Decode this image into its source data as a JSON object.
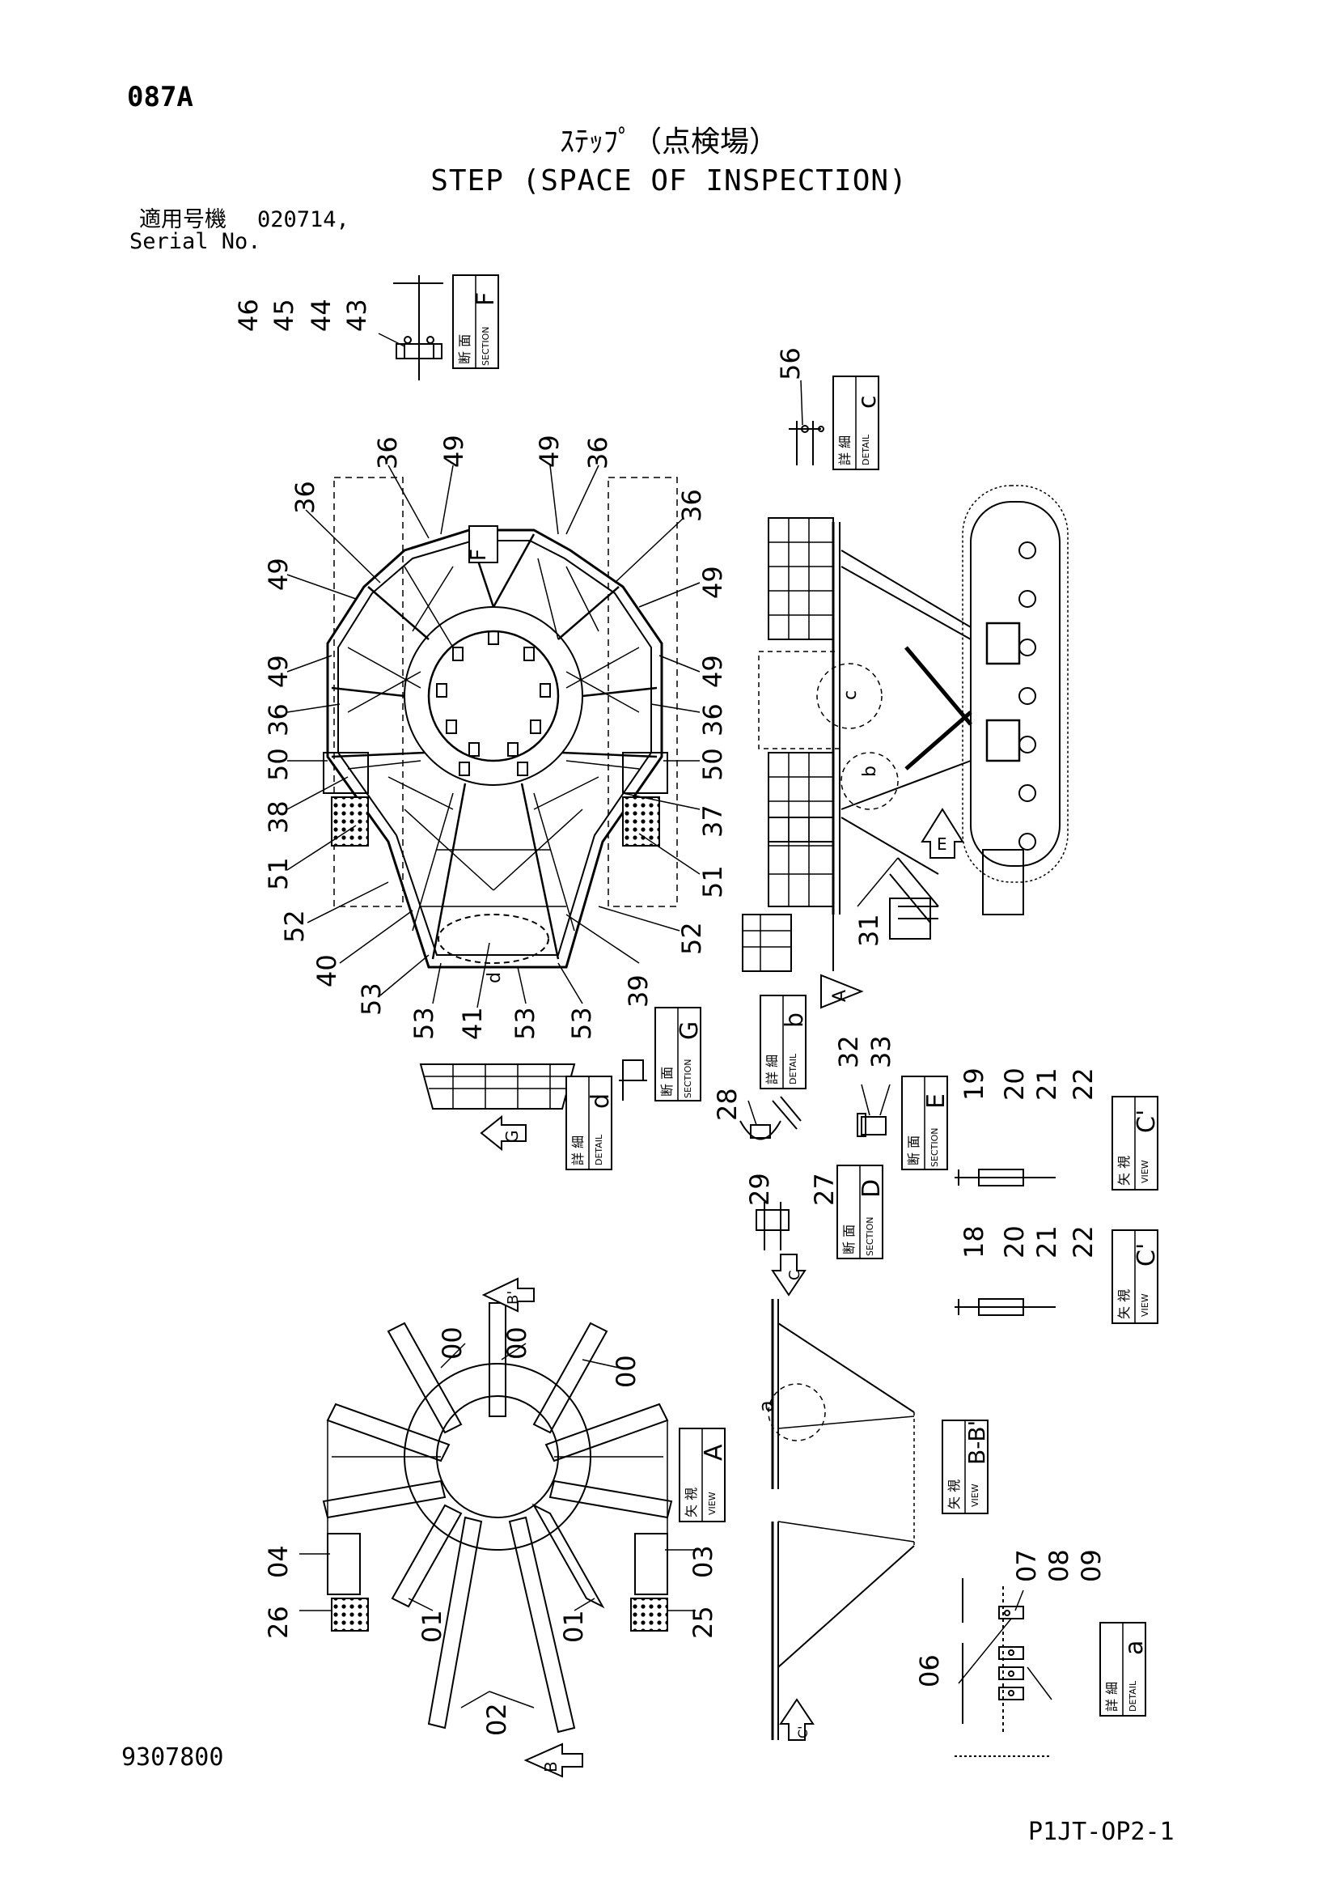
{
  "header": {
    "page_code": "087A",
    "title_jp": "ｽﾃｯﾌﾟ（点検場）",
    "title_en": "STEP (SPACE OF INSPECTION)",
    "serial_label_jp": "適用号機",
    "serial_value": "020714,",
    "serial_label_en": "Serial No."
  },
  "footer": {
    "doc_number": "9307800",
    "sheet_id": "P1JT-OP2-1"
  },
  "views": {
    "section_F": {
      "jp": "断 面",
      "en": "SECTION",
      "letter": "F"
    },
    "detail_c": {
      "jp": "詳 細",
      "en": "DETAIL",
      "letter": "c"
    },
    "detail_b": {
      "jp": "詳 細",
      "en": "DETAIL",
      "letter": "b"
    },
    "section_G": {
      "jp": "断 面",
      "en": "SECTION",
      "letter": "G"
    },
    "detail_d": {
      "jp": "詳 細",
      "en": "DETAIL",
      "letter": "d"
    },
    "section_E": {
      "jp": "断 面",
      "en": "SECTION",
      "letter": "E"
    },
    "view_C1": {
      "jp": "矢 視",
      "en": "VIEW",
      "letter": "C'"
    },
    "section_D": {
      "jp": "断 面",
      "en": "SECTION",
      "letter": "D"
    },
    "view_C2": {
      "jp": "矢 視",
      "en": "VIEW",
      "letter": "C'"
    },
    "view_A": {
      "jp": "矢 視",
      "en": "VIEW",
      "letter": "A"
    },
    "view_BB": {
      "jp": "矢 視",
      "en": "VIEW",
      "letter": "B-B'"
    },
    "detail_a": {
      "jp": "詳 細",
      "en": "DETAIL",
      "letter": "a"
    }
  },
  "part_numbers": {
    "p00": "00",
    "p01": "01",
    "p02": "02",
    "p03": "03",
    "p04": "04",
    "p06": "06",
    "p07": "07",
    "p08": "08",
    "p09": "09",
    "p18": "18",
    "p19": "19",
    "p20": "20",
    "p21": "21",
    "p22": "22",
    "p25": "25",
    "p26": "26",
    "p27": "27",
    "p28": "28",
    "p29": "29",
    "p31": "31",
    "p32": "32",
    "p33": "33",
    "p36": "36",
    "p37": "37",
    "p38": "38",
    "p39": "39",
    "p40": "40",
    "p41": "41",
    "p43": "43",
    "p44": "44",
    "p45": "45",
    "p46": "46",
    "p49": "49",
    "p50": "50",
    "p51": "51",
    "p52": "52",
    "p53": "53",
    "p56": "56"
  },
  "view_arrows": {
    "A": "A",
    "B": "B",
    "B_prime": "B'",
    "C": "C",
    "C_prime": "C'",
    "E": "E",
    "F": "F",
    "G": "G"
  },
  "small_marks": {
    "a": "a",
    "b": "b",
    "c": "c",
    "d": "d"
  }
}
